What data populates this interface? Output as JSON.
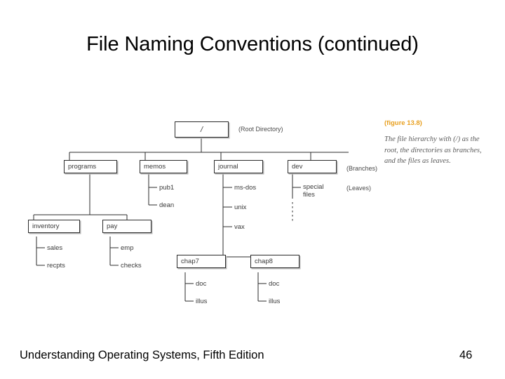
{
  "slide": {
    "title": "File Naming Conventions (continued)"
  },
  "footer": {
    "book_title": "Understanding Operating Systems, Fifth Edition",
    "page_number": "46"
  },
  "caption": {
    "heading": "(figure 13.8)",
    "body": "The file hierarchy with (/) as the root, the directories as branches, and the files as leaves."
  },
  "diagram": {
    "annotations": {
      "root_note": "(Root Directory)",
      "branches_note": "(Branches)",
      "leaves_note": "(Leaves)"
    },
    "nodes": {
      "root": "/",
      "programs": "programs",
      "memos": "memos",
      "journal": "journal",
      "dev": "dev",
      "inventory": "inventory",
      "pay": "pay",
      "chap7": "chap7",
      "chap8": "chap8"
    },
    "leaves": {
      "memos_pub1": "pub1",
      "memos_dean": "dean",
      "journal_msdos": "ms-dos",
      "journal_unix": "unix",
      "journal_vax": "vax",
      "dev_special": "special\nfiles",
      "inventory_sales": "sales",
      "inventory_recpts": "recpts",
      "pay_emp": "emp",
      "pay_checks": "checks",
      "chap7_doc": "doc",
      "chap7_illus": "illus",
      "chap8_doc": "doc",
      "chap8_illus": "illus"
    }
  },
  "colors": {
    "caption_accent": "#E8A020",
    "node_border": "#2b2b2b",
    "node_shadow": "#b9b9b9",
    "text": "#3a3a3a",
    "background": "#ffffff"
  }
}
